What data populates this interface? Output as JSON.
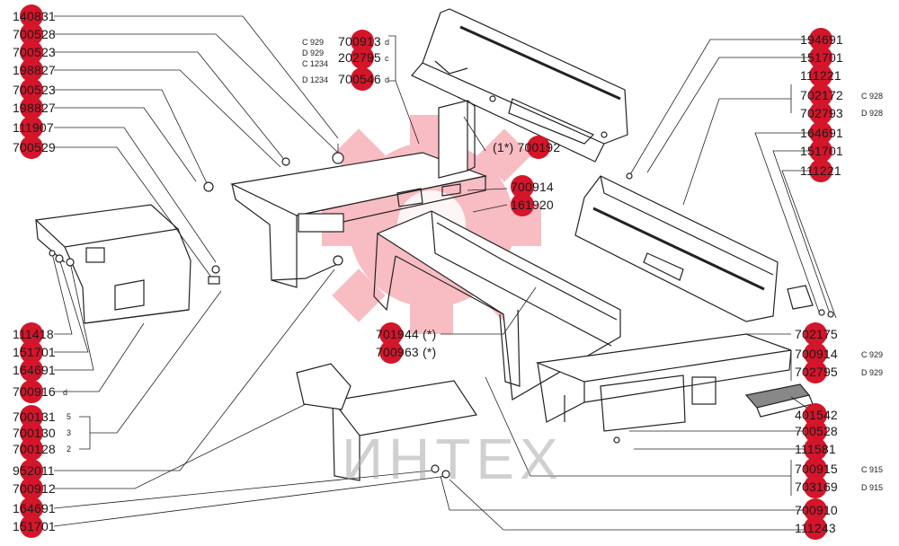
{
  "diagram": {
    "watermark": "ИНТЕХ",
    "left_labels": [
      {
        "text": "140831"
      },
      {
        "text": "700528"
      },
      {
        "text": "700523"
      },
      {
        "text": "198827"
      },
      {
        "text": "700523"
      },
      {
        "text": "198827"
      },
      {
        "text": "111907"
      },
      {
        "text": "700529"
      },
      {
        "text": "111418"
      },
      {
        "text": "151701"
      },
      {
        "text": "164691"
      },
      {
        "text": "700916",
        "suffix": "d"
      },
      {
        "text": "700131",
        "suffix": "5"
      },
      {
        "text": "700130",
        "suffix": "3"
      },
      {
        "text": "700128",
        "suffix": "2"
      },
      {
        "text": "952011"
      },
      {
        "text": "700912"
      },
      {
        "text": "164691"
      },
      {
        "text": "151701"
      }
    ],
    "top_labels": [
      {
        "model": "C 929",
        "code": "700913",
        "suffix": "d"
      },
      {
        "model": "D 929",
        "code": "202795",
        "suffix": "c"
      },
      {
        "model": "C 1234",
        "code": "",
        "suffix": ""
      },
      {
        "model": "D 1234",
        "code": "700546",
        "suffix": "d"
      }
    ],
    "center_labels": [
      {
        "text": "(1*) 700192"
      },
      {
        "text": "700914"
      },
      {
        "text": "161920"
      },
      {
        "text": "701944 (*)"
      },
      {
        "text": "700963 (*)"
      }
    ],
    "right_labels": [
      {
        "text": "194691"
      },
      {
        "text": "151701"
      },
      {
        "text": "111221"
      },
      {
        "text": "702172",
        "model": "C 928"
      },
      {
        "text": "702793",
        "model": "D 928"
      },
      {
        "text": "164691"
      },
      {
        "text": "151701"
      },
      {
        "text": "111221"
      },
      {
        "text": "702175"
      },
      {
        "text": "700914",
        "model": "C 929"
      },
      {
        "text": "702795",
        "model": "D 929"
      },
      {
        "text": "401542"
      },
      {
        "text": "700528"
      },
      {
        "text": "111581"
      },
      {
        "text": "700915",
        "model": "C 915"
      },
      {
        "text": "703169",
        "model": "D 915"
      },
      {
        "text": "700910"
      },
      {
        "text": "111243"
      }
    ]
  }
}
